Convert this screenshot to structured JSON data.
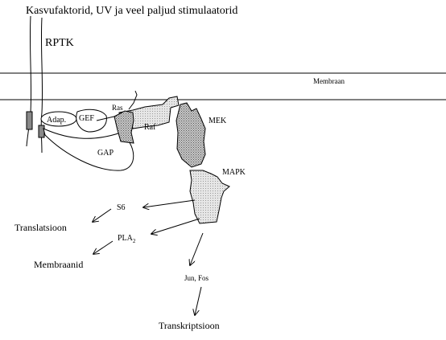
{
  "title": "Kasvufaktorid, UV ja veel paljud stimulaatorid",
  "labels": {
    "rptk": "RPTK",
    "membrane": "Membraan",
    "adap": "Adap.",
    "gef": "GEF",
    "ras": "Ras",
    "raf": "Raf",
    "mek": "MEK",
    "gap": "GAP",
    "mapk": "MAPK",
    "s6": "S6",
    "pla2_main": "PLA",
    "pla2_sub": "2",
    "jun_fos": "Jun, Fos",
    "translation": "Translatsioon",
    "membranes": "Membraanid",
    "transcription": "Transkriptsioon"
  }
}
